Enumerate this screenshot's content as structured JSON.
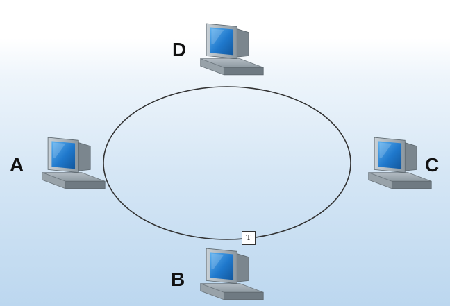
{
  "nodes": [
    {
      "id": "D",
      "label": "D"
    },
    {
      "id": "A",
      "label": "A"
    },
    {
      "id": "C",
      "label": "C"
    },
    {
      "id": "B",
      "label": "B"
    }
  ],
  "token": {
    "label": "T"
  },
  "colors": {
    "screen": "#2e86d6",
    "monitor_frame": "#8f9aa3",
    "base": "#7f8a92",
    "ring": "#333333"
  }
}
